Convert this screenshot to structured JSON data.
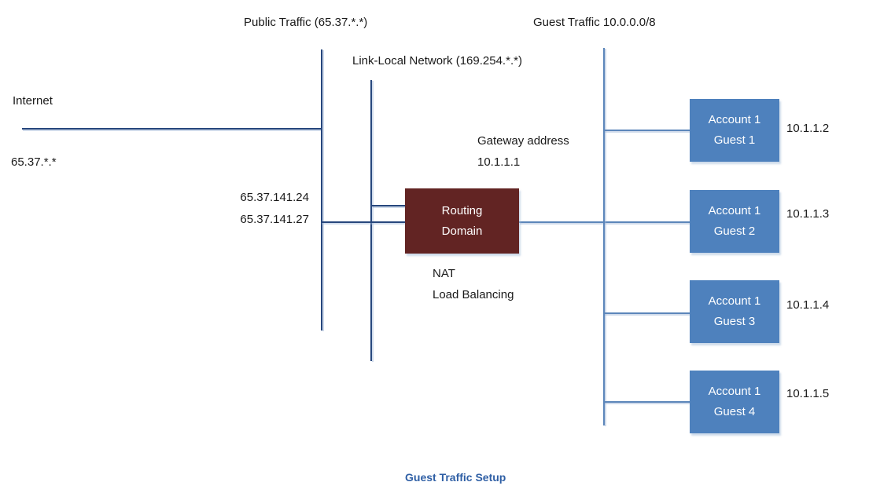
{
  "diagram": {
    "title_labels": {
      "public_traffic": "Public Traffic (65.37.*.*)",
      "guest_traffic": "Guest Traffic 10.0.0.0/8",
      "link_local": "Link-Local Network (169.254.*.*)"
    },
    "left_labels": {
      "internet": "Internet",
      "internet_ip": "65.37.*.*",
      "public_ip_1": "65.37.141.24",
      "public_ip_2": "65.37.141.27"
    },
    "gateway": {
      "line1": "Gateway address",
      "line2": "10.1.1.1"
    },
    "routing_box": {
      "line1": "Routing",
      "line2": "Domain",
      "service1": "NAT",
      "service2": "Load Balancing"
    },
    "guests": [
      {
        "line1": "Account 1",
        "line2": "Guest 1",
        "ip": "10.1.1.2"
      },
      {
        "line1": "Account 1",
        "line2": "Guest 2",
        "ip": "10.1.1.3"
      },
      {
        "line1": "Account 1",
        "line2": "Guest 3",
        "ip": "10.1.1.4"
      },
      {
        "line1": "Account 1",
        "line2": "Guest 4",
        "ip": "10.1.1.5"
      }
    ],
    "caption": "Guest Traffic Setup",
    "colors": {
      "dark_line": "#27477D",
      "light_line": "#5C86BA",
      "routing_box_fill": "#622423",
      "guest_box_fill": "#4E81BD",
      "box_text": "#FFFFFF",
      "caption_color": "#2F5FA5"
    }
  }
}
